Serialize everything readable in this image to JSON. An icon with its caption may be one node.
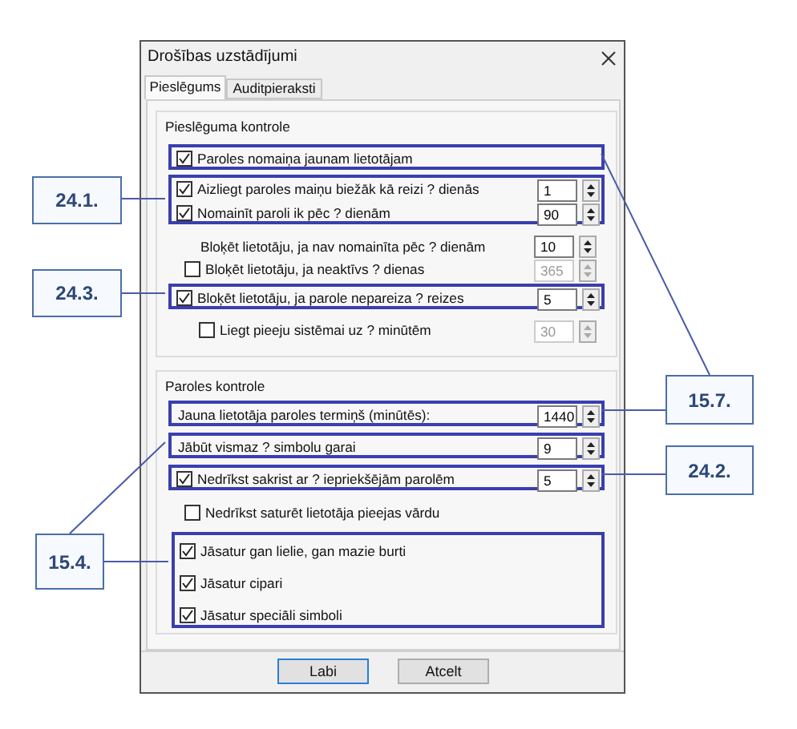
{
  "diagram": {
    "nodes": [
      {
        "text": [
          "Drošības uzstādījumi"
        ]
      },
      {
        "text": [
          "Pieslēgums"
        ],
        "in": 0
      },
      {
        "text": [
          "Auditpieraksti"
        ],
        "in": 0
      },
      {
        "text": [
          "Pieslēguma kontrole"
        ],
        "in": 0
      },
      {
        "text": [
          "Paroles nomaiņa jaunam lietotājam"
        ],
        "in": 3
      },
      {
        "text": [
          "Aizliegt paroles maiņu biežāk kā reizi ? dienās",
          "1",
          "Nomainīt paroli ik pēc ? dienām",
          "90"
        ],
        "in": 3
      },
      {
        "text": [
          "Bloķēt lietotāju, ja parole nepareiza ? reizes",
          "5"
        ],
        "in": 3
      },
      {
        "text": [
          "Paroles kontrole"
        ],
        "in": 0
      },
      {
        "text": [
          "Jauna lietotāja paroles termiņš (minūtēs):",
          "1440"
        ],
        "in": 7
      },
      {
        "text": [
          "Jābūt vismaz ? simbolu garai",
          "9"
        ],
        "in": 7
      },
      {
        "text": [
          "Nedrīkst sakrist ar ? iepriekšējām parolēm",
          "5"
        ],
        "in": 7
      },
      {
        "text": [
          "Jāsatur gan lielie, gan mazie burti",
          "Jāsatur cipari",
          "Jāsatur speciāli simboli"
        ],
        "in": 7
      },
      {
        "text": [
          "Labi"
        ],
        "in": 0
      },
      {
        "text": [
          "Atcelt"
        ],
        "in": 0
      },
      {
        "text": [
          "24.1."
        ]
      },
      {
        "text": [
          "24.3."
        ]
      },
      {
        "text": [
          "15.7."
        ]
      },
      {
        "text": [
          "24.2."
        ]
      },
      {
        "text": [
          "15.4."
        ]
      }
    ],
    "edges": [
      {
        "from": 14,
        "to": 5,
        "arrow": "none"
      },
      {
        "from": 15,
        "to": 6,
        "arrow": "none"
      },
      {
        "from": 16,
        "to": 4,
        "arrow": "none"
      },
      {
        "from": 16,
        "to": 8,
        "arrow": "none"
      },
      {
        "from": 17,
        "to": 10,
        "arrow": "none"
      },
      {
        "from": 18,
        "to": 9,
        "arrow": "none"
      },
      {
        "from": 18,
        "to": 11,
        "arrow": "none"
      }
    ],
    "labels": [
      "Bloķēt lietotāju, ja nav nomainīta pēc ? dienām",
      "10",
      "Bloķēt lietotāju, ja neaktīvs ? dienas",
      "365",
      "Liegt pieeju sistēmai uz ? minūtēm",
      "30",
      "Nedrīkst saturēt lietotāja pieejas vārdu"
    ]
  }
}
